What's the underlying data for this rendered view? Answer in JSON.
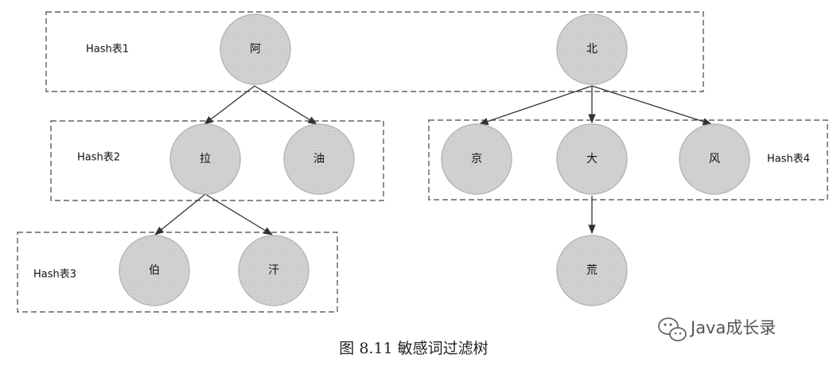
{
  "hash_tables": [
    {
      "label": "Hash表1"
    },
    {
      "label": "Hash表2"
    },
    {
      "label": "Hash表3"
    },
    {
      "label": "Hash表4"
    }
  ],
  "nodes": {
    "a": "阿",
    "bei": "北",
    "la": "拉",
    "you": "油",
    "bo": "伯",
    "han": "汗",
    "jing": "京",
    "da": "大",
    "feng": "风",
    "huang": "荒"
  },
  "caption": "图 8.11 敏感词过滤树",
  "watermark": {
    "text": "Java成长录",
    "icon": "wechat-icon"
  }
}
